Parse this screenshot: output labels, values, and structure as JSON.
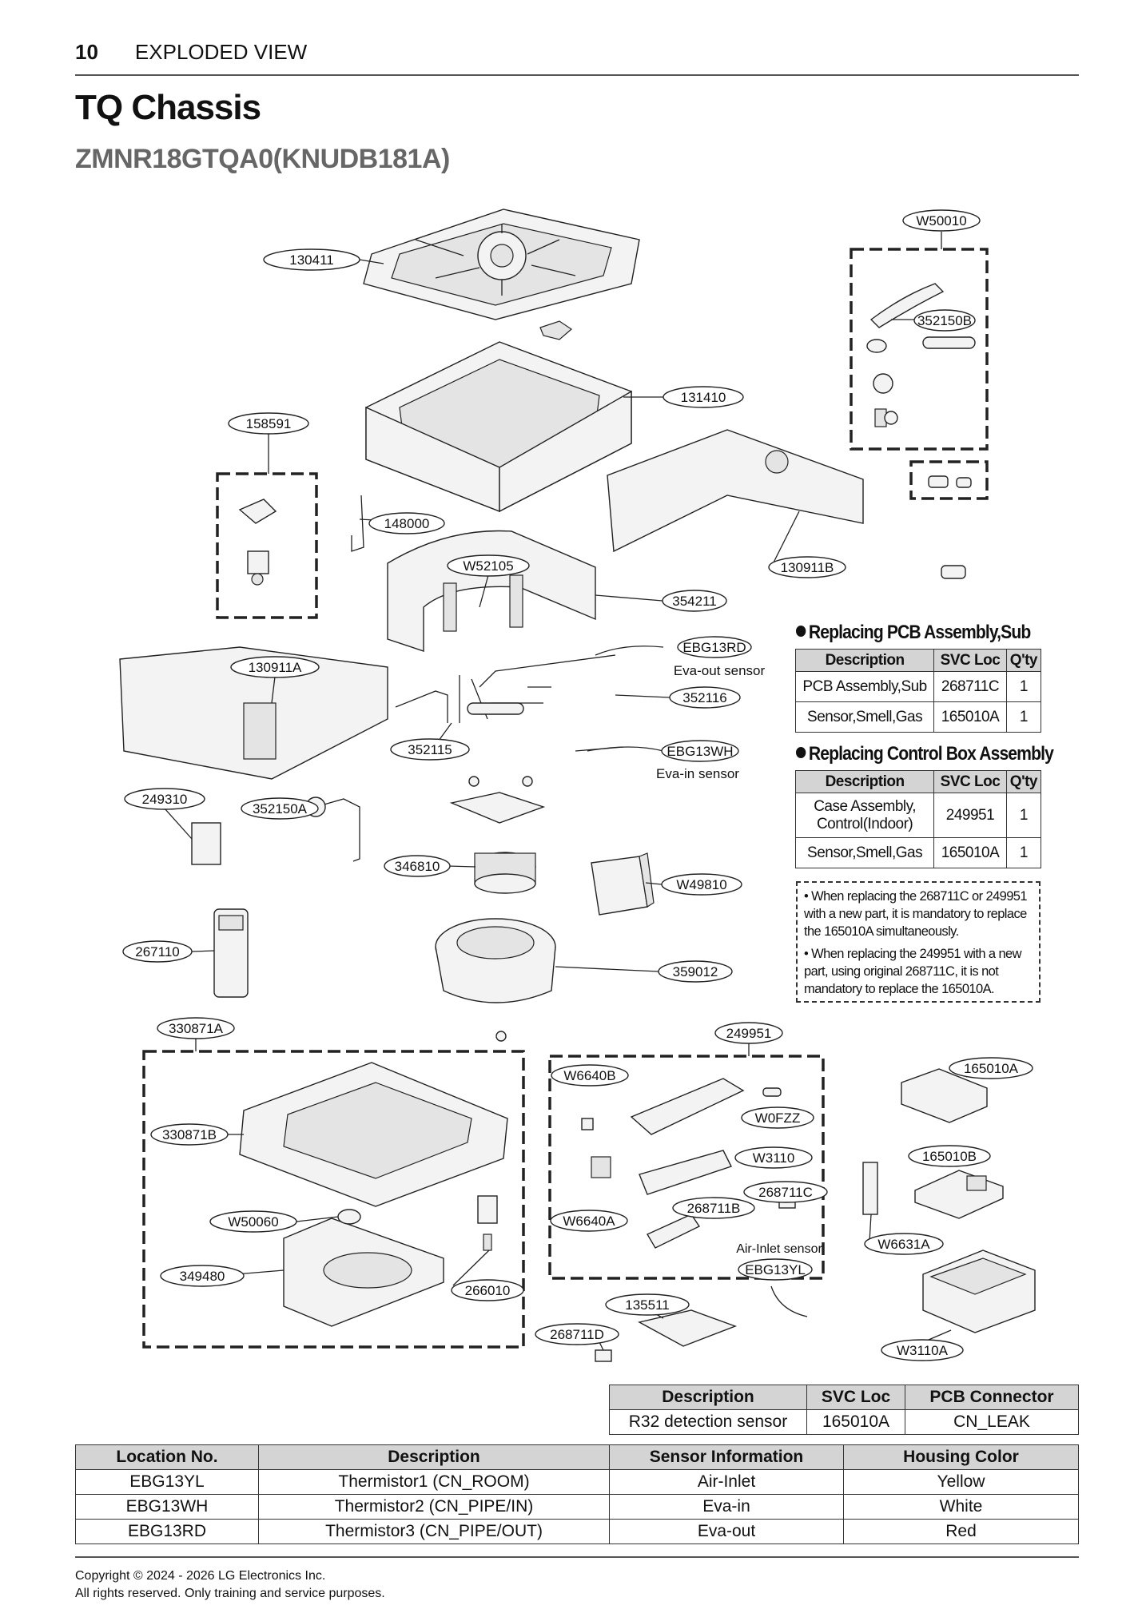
{
  "header": {
    "page_number": "10",
    "section": "EXPLODED VIEW"
  },
  "title": "TQ Chassis",
  "model": "ZMNR18GTQA0(KNUDB181A)",
  "labels": {
    "p130411": "130411",
    "p158591": "158591",
    "p148000": "148000",
    "p131410": "131410",
    "w52105": "W52105",
    "p130911b": "130911B",
    "p354211": "354211",
    "w50010": "W50010",
    "p352150b": "352150B",
    "p130911a": "130911A",
    "ebg13rd": "EBG13RD",
    "eva_out": "Eva-out sensor",
    "p352116": "352116",
    "p352115": "352115",
    "ebg13wh": "EBG13WH",
    "eva_in": "Eva-in sensor",
    "p249310": "249310",
    "p352150a": "352150A",
    "p346810": "346810",
    "w49810": "W49810",
    "p267110": "267110",
    "p359012": "359012",
    "p330871a": "330871A",
    "p249951": "249951",
    "w6640b": "W6640B",
    "p165010a": "165010A",
    "w0fzz": "W0FZZ",
    "p330871b": "330871B",
    "w3110": "W3110",
    "p165010b": "165010B",
    "p268711c": "268711C",
    "p268711b": "268711B",
    "w6640a": "W6640A",
    "w50060": "W50060",
    "air_inlet": "Air-Inlet sensor",
    "w6631a": "W6631A",
    "ebg13yl": "EBG13YL",
    "p349480": "349480",
    "p266010": "266010",
    "p135511": "135511",
    "p268711d": "268711D",
    "w3110a": "W3110A"
  },
  "pcb_sub": {
    "heading": "Replacing PCB Assembly,Sub",
    "headers": [
      "Description",
      "SVC Loc",
      "Q'ty"
    ],
    "rows": [
      [
        "PCB Assembly,Sub",
        "268711C",
        "1"
      ],
      [
        "Sensor,Smell,Gas",
        "165010A",
        "1"
      ]
    ]
  },
  "control_box": {
    "heading": "Replacing Control Box Assembly",
    "headers": [
      "Description",
      "SVC Loc",
      "Q'ty"
    ],
    "rows": [
      [
        "Case Assembly,\nControl(Indoor)",
        "249951",
        "1"
      ],
      [
        "Sensor,Smell,Gas",
        "165010A",
        "1"
      ]
    ]
  },
  "notes": [
    "• When replacing the 268711C or 249951 with a new part, it is mandatory to replace the 165010A simultaneously.",
    "• When replacing the 249951 with a new part, using original 268711C, it is not mandatory to replace the 165010A."
  ],
  "r32_table": {
    "headers": [
      "Description",
      "SVC Loc",
      "PCB Connector"
    ],
    "row": [
      "R32 detection sensor",
      "165010A",
      "CN_LEAK"
    ]
  },
  "sensor_table": {
    "headers": [
      "Location No.",
      "Description",
      "Sensor Information",
      "Housing Color"
    ],
    "rows": [
      [
        "EBG13YL",
        "Thermistor1 (CN_ROOM)",
        "Air-Inlet",
        "Yellow"
      ],
      [
        "EBG13WH",
        "Thermistor2 (CN_PIPE/IN)",
        "Eva-in",
        "White"
      ],
      [
        "EBG13RD",
        "Thermistor3 (CN_PIPE/OUT)",
        "Eva-out",
        "Red"
      ]
    ]
  },
  "footer": {
    "line1": "Copyright © 2024 - 2026 LG Electronics Inc.",
    "line2": "All rights reserved. Only training and service purposes."
  }
}
